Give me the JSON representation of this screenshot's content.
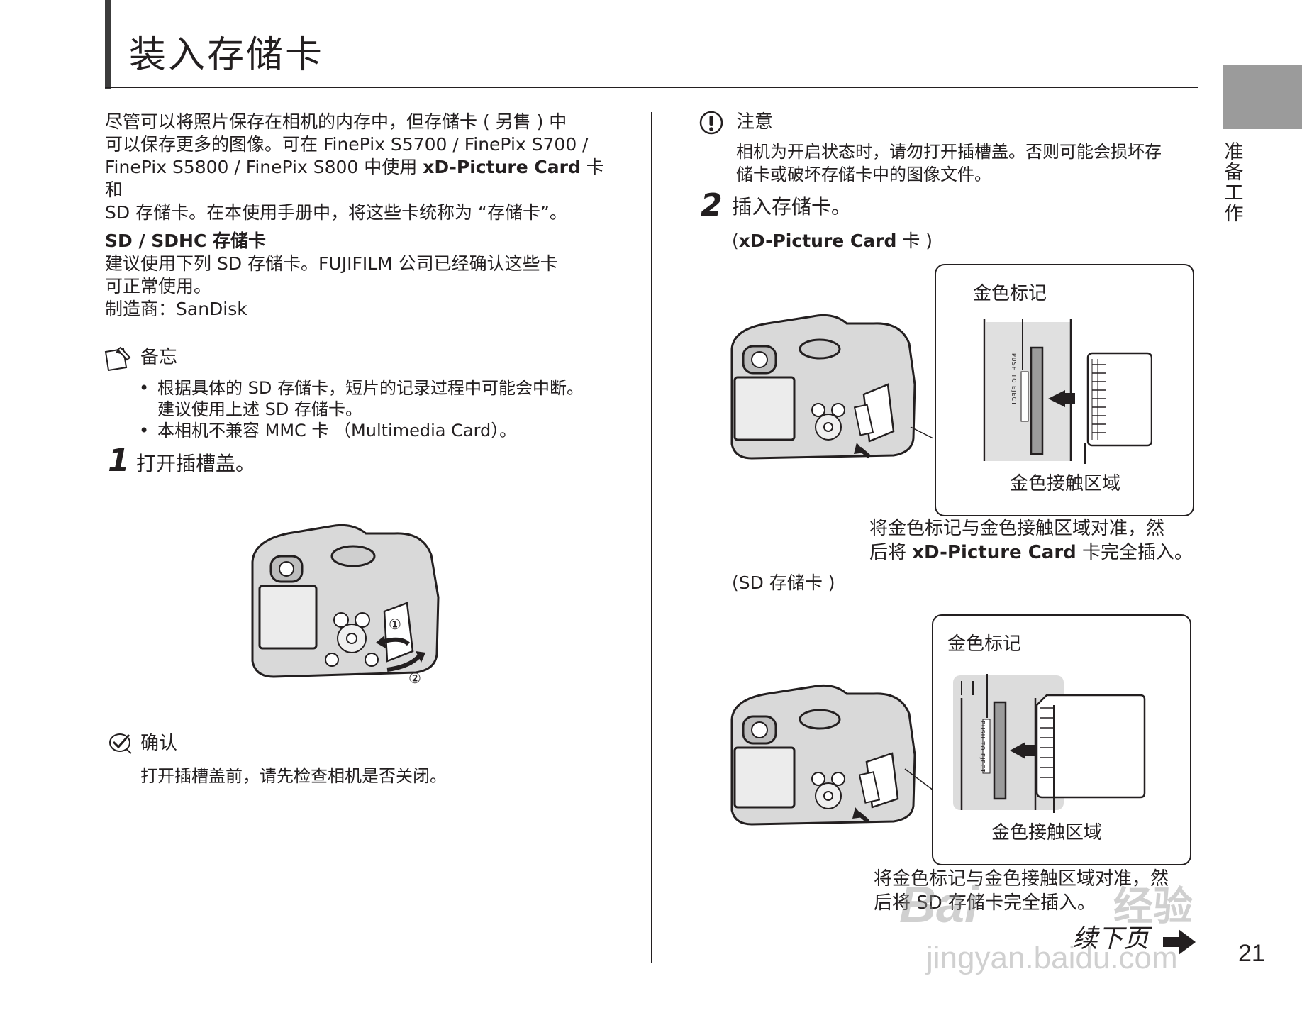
{
  "header": {
    "title": "装入存储卡"
  },
  "side_tab": {
    "label": "准备工作"
  },
  "intro": {
    "line1": "尽管可以将照片保存在相机的内存中，但存储卡 ( 另售 ) 中",
    "line2": "可以保存更多的图像。可在 FinePix S5700 / FinePix S700 /",
    "line3a": "FinePix S5800 / FinePix S800 中使用 ",
    "line3b": "xD-Picture Card",
    "line3c": " 卡和",
    "line4": "SD 存储卡。在本使用手册中，将这些卡统称为 “存储卡”。"
  },
  "sd_section": {
    "heading": "SD / SDHC 存储卡",
    "line1": "建议使用下列 SD 存储卡。FUJIFILM 公司已经确认这些卡",
    "line2": "可正常使用。",
    "line3": "制造商：SanDisk"
  },
  "memo": {
    "title": "备忘",
    "bullet1_line1": "根据具体的 SD 存储卡，短片的记录过程中可能会中断。",
    "bullet1_line2": "建议使用上述 SD 存储卡。",
    "bullet2": "本相机不兼容 MMC 卡 （Multimedia Card）。"
  },
  "step1": {
    "number": "1",
    "text": "打开插槽盖。",
    "mark1": "①",
    "mark2": "②"
  },
  "check": {
    "title": "确认",
    "text": "打开插槽盖前，请先检查相机是否关闭。"
  },
  "caution": {
    "title": "注意",
    "line1": "相机为开启状态时，请勿打开插槽盖。否则可能会损坏存",
    "line2": "储卡或破坏存储卡中的图像文件。"
  },
  "step2": {
    "number": "2",
    "text": "插入存储卡。",
    "xd_label_open": "(",
    "xd_label_bold": "xD-Picture Card",
    "xd_label_rest": " 卡 )",
    "xd_gold_mark": "金色标记",
    "xd_gold_contact": "金色接触区域",
    "xd_caption_line1": "将金色标记与金色接触区域对准，然",
    "xd_caption_line2a": "后将 ",
    "xd_caption_line2b": "xD-Picture Card",
    "xd_caption_line2c": " 卡完全插入。",
    "sd_label": "(SD 存储卡 )",
    "sd_gold_mark": "金色标记",
    "sd_gold_contact": "金色接触区域",
    "sd_caption_line1": "将金色标记与金色接触区域对准，然",
    "sd_caption_line2": "后将 SD 存储卡完全插入。",
    "slot_text": "PUSH TO EJECT"
  },
  "footer": {
    "continued": "续下页",
    "page_number": "21"
  },
  "watermark": {
    "line1": "Bai",
    "line2": "经验",
    "line3": "jingyan.baidu.com"
  }
}
